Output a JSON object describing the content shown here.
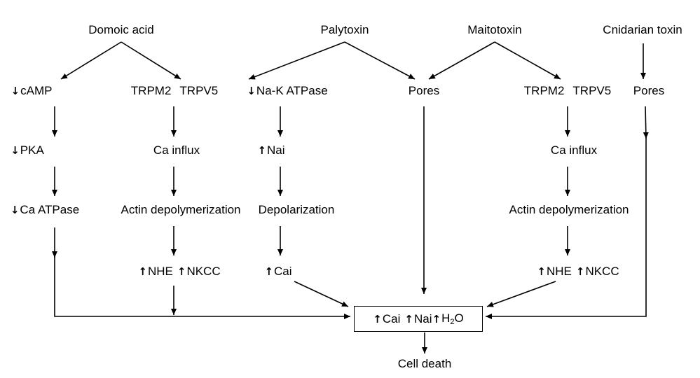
{
  "toxins": {
    "domoic": "Domoic acid",
    "palytoxin": "Palytoxin",
    "maitotoxin": "Maitotoxin",
    "cnidarian": "Cnidarian toxin"
  },
  "domoic_pathway": {
    "camp": "cAMP",
    "pka": "PKA",
    "ca_atpase": "Ca ATPase",
    "trpm2": "TRPM2",
    "trpv5": "TRPV5",
    "ca_influx": "Ca influx",
    "actin": "Actin depolymerization",
    "nhe": "NHE",
    "nkcc": "NKCC"
  },
  "palytoxin_pathway": {
    "nak_atpase": "Na-K ATPase",
    "nai": "Nai",
    "depolarization": "Depolarization",
    "cai": "Cai"
  },
  "shared_pores": "Pores",
  "maitotoxin_pathway": {
    "trpm2": "TRPM2",
    "trpv5": "TRPV5",
    "ca_influx": "Ca influx",
    "actin": "Actin depolymerization",
    "nhe": "NHE",
    "nkcc": "NKCC"
  },
  "cnidarian_pathway": {
    "pores": "Pores"
  },
  "outcome": {
    "cai": "Cai",
    "nai": "Nai",
    "h2o_h": "H",
    "h2o_sub": "2",
    "h2o_o": "O",
    "cell_death": "Cell death"
  }
}
